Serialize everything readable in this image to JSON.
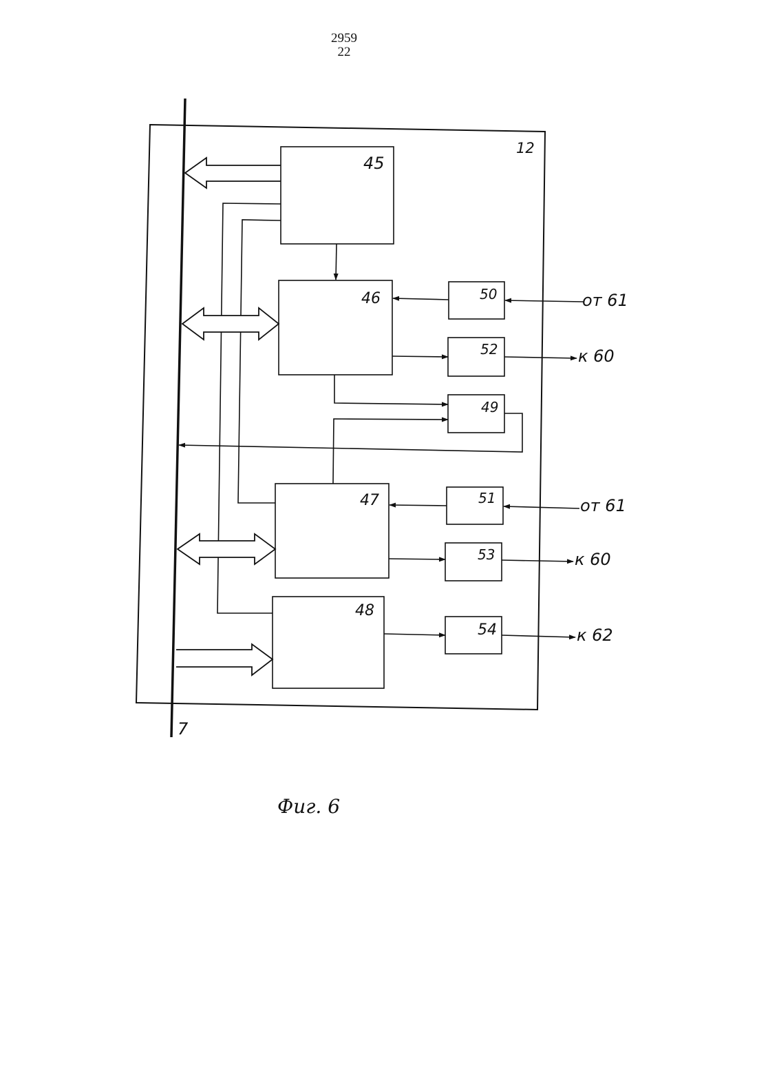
{
  "page_header": {
    "line1": "2959",
    "line2": "22"
  },
  "bus_label": "7",
  "unit_label": "12",
  "blocks": [
    "45",
    "46",
    "47",
    "48",
    "49",
    "50",
    "51",
    "52",
    "53",
    "54"
  ],
  "io_labels": {
    "in_50": "от 61",
    "out_52": "к 60",
    "in_51": "от 61",
    "out_53": "к 60",
    "out_54": "к 62"
  },
  "caption": "Фиг. 6"
}
